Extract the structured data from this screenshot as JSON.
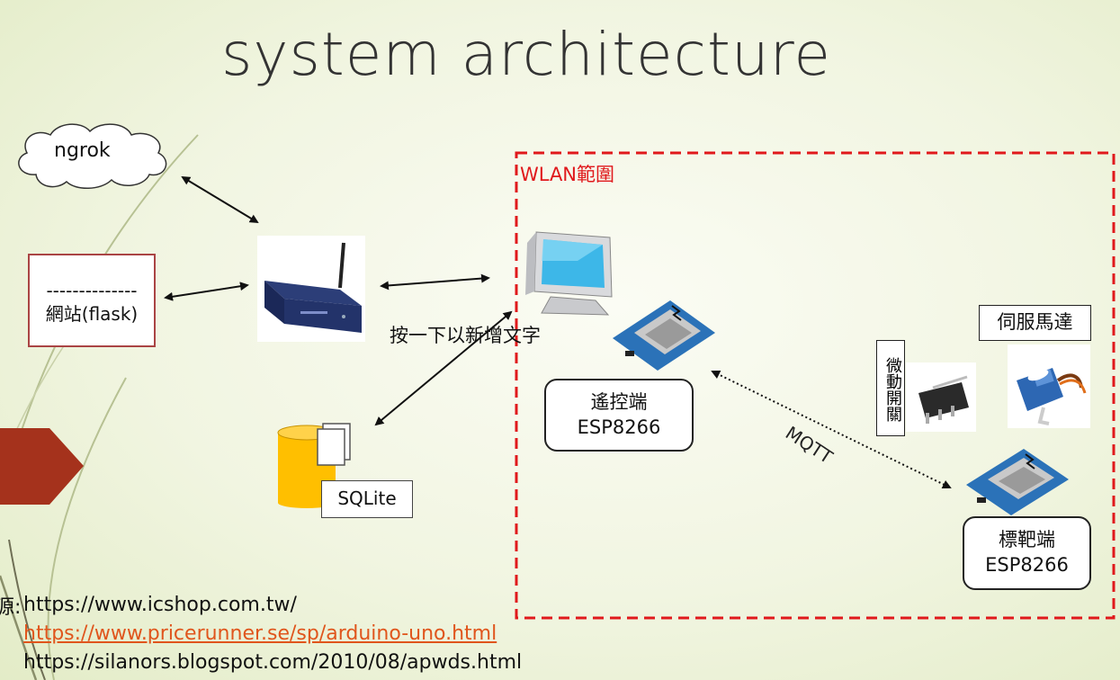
{
  "title": "system architecture",
  "nodes": {
    "ngrok": "ngrok",
    "flask_line1": "--------------",
    "flask_line2": "網站(flask)",
    "sqlite": "SQLite",
    "remote_line1": "遙控端",
    "remote_line2": "ESP8266",
    "target_line1": "標靶端",
    "target_line2": "ESP8266",
    "servo": "伺服馬達",
    "micro_switch": "微動開關"
  },
  "wlan_label": "WLAN範圍",
  "mqtt_label": "MQTT",
  "placeholder_text": "按一下以新增文字",
  "sources": {
    "prefix": "源:",
    "link1": "https://www.icshop.com.tw/",
    "link2": "https://www.pricerunner.se/sp/arduino-uno.html",
    "link3": "https://silanors.blogspot.com/2010/08/apwds.html"
  },
  "colors": {
    "wlan_border": "#e0191c",
    "link": "#e0551c",
    "accent_arrow": "#a5321c"
  },
  "icons": [
    "router-image",
    "monitor-icon",
    "database-icon",
    "esp8266-board-image",
    "servo-motor-image",
    "micro-switch-image"
  ]
}
